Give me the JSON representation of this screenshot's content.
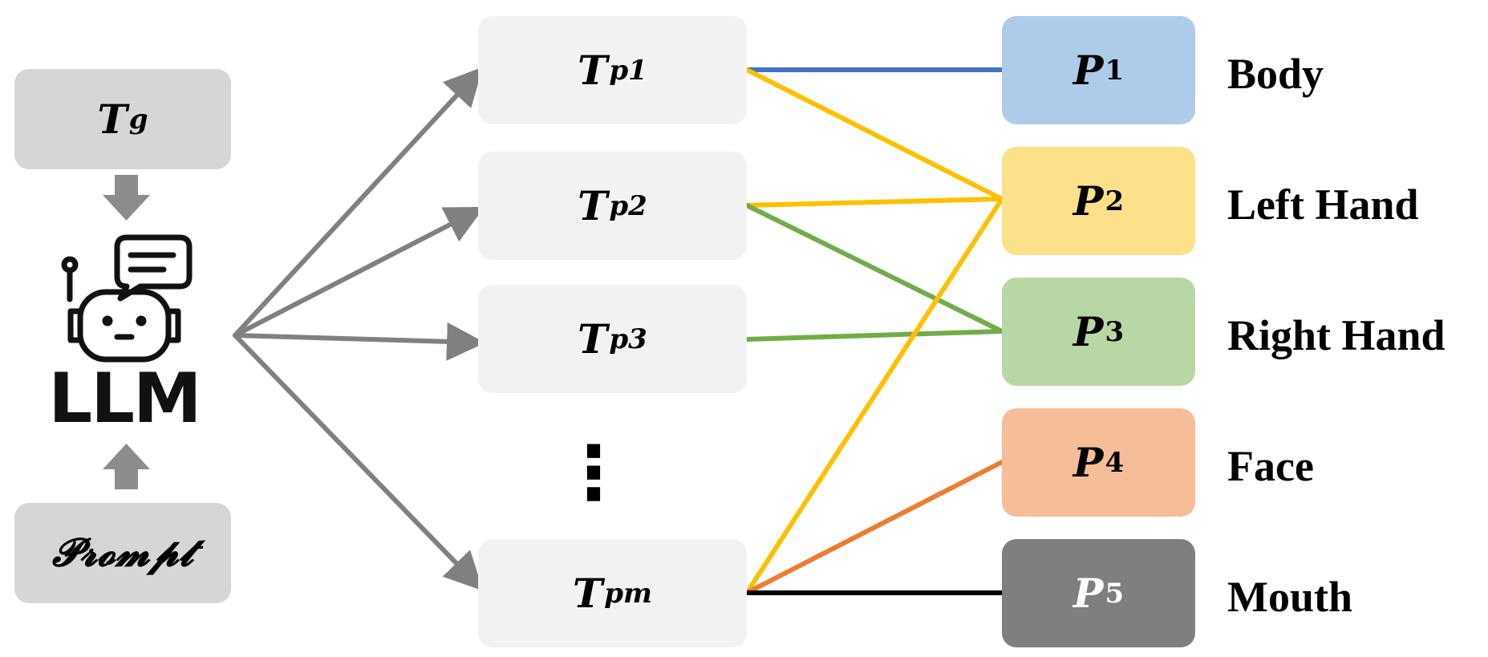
{
  "inputs": {
    "global_text": {
      "symbol": "T",
      "subscript": "g"
    },
    "prompt": "𝓟𝓻𝓸𝓶𝓹𝓽"
  },
  "llm": {
    "label": "LLM",
    "icon": "robot-chat-icon"
  },
  "part_texts": [
    {
      "symbol": "T",
      "subscript": "p1"
    },
    {
      "symbol": "T",
      "subscript": "p2"
    },
    {
      "symbol": "T",
      "subscript": "p3"
    },
    {
      "symbol": "T",
      "subscript": "pm"
    }
  ],
  "ellipsis": "⋮",
  "parts": [
    {
      "symbol": "P",
      "subscript": "1",
      "label": "Body",
      "color": "#aecbea",
      "text_color": "#000000"
    },
    {
      "symbol": "P",
      "subscript": "2",
      "label": "Left Hand",
      "color": "#fde08a",
      "text_color": "#000000"
    },
    {
      "symbol": "P",
      "subscript": "3",
      "label": "Right Hand",
      "color": "#b9d7a4",
      "text_color": "#000000"
    },
    {
      "symbol": "P",
      "subscript": "4",
      "label": "Face",
      "color": "#f5bd98",
      "text_color": "#000000"
    },
    {
      "symbol": "P",
      "subscript": "5",
      "label": "Mouth",
      "color": "#7f7f7f",
      "text_color": "#ffffff"
    }
  ],
  "connections": [
    {
      "from": "T_p1",
      "to": "P_1",
      "color": "#4472c4"
    },
    {
      "from": "T_p1",
      "to": "P_2",
      "color": "#ffc000"
    },
    {
      "from": "T_p2",
      "to": "P_2",
      "color": "#ffc000"
    },
    {
      "from": "T_p2",
      "to": "P_3",
      "color": "#70ad47"
    },
    {
      "from": "T_p3",
      "to": "P_3",
      "color": "#70ad47"
    },
    {
      "from": "T_pm",
      "to": "P_2",
      "color": "#ffc000"
    },
    {
      "from": "T_pm",
      "to": "P_4",
      "color": "#ed7d31"
    },
    {
      "from": "T_pm",
      "to": "P_5",
      "color": "#000000"
    }
  ],
  "arrow_color": "#808080"
}
